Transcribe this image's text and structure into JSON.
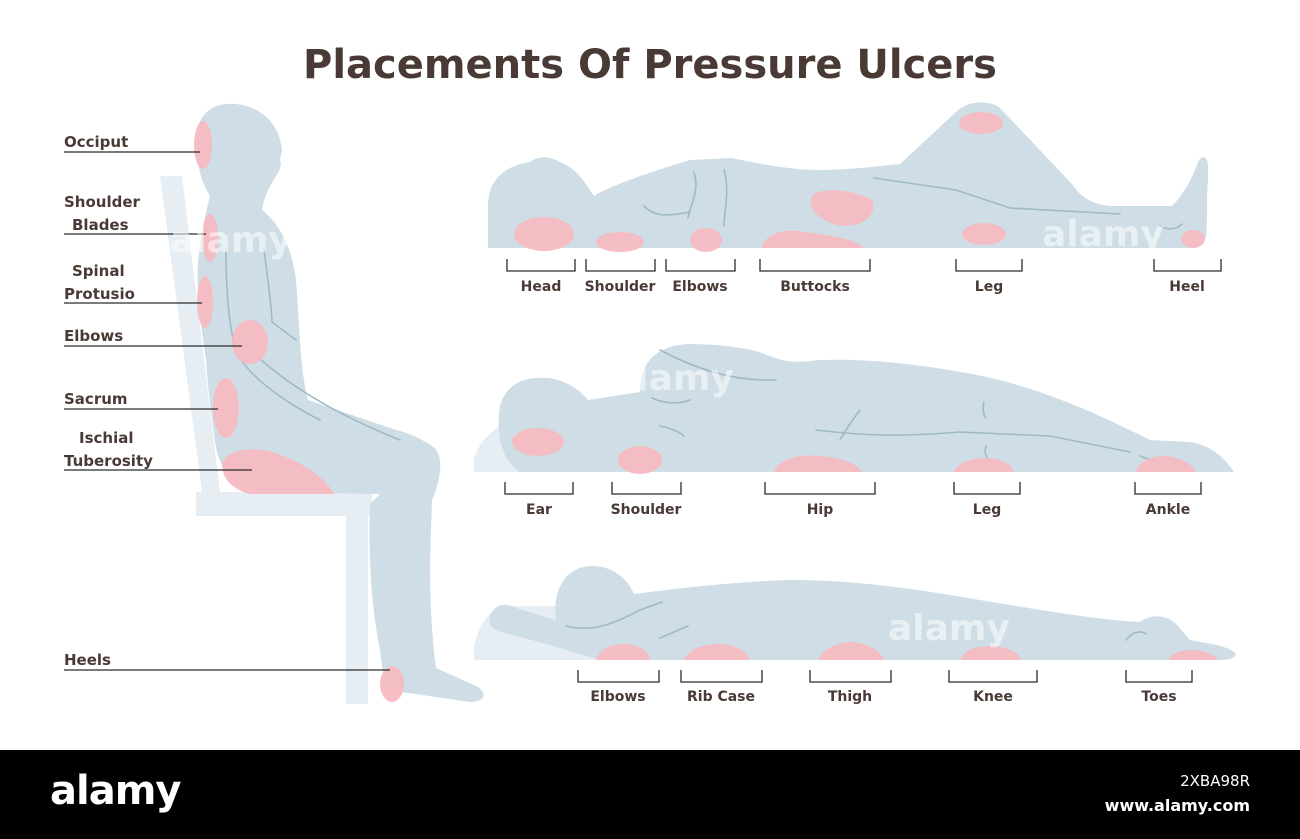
{
  "title": "Placements Of Pressure Ulcers",
  "colors": {
    "body": "#cfdee6",
    "hotspot": "#f7b9c0",
    "text": "#4a3a35",
    "support": "#e6edf3"
  },
  "sitting": {
    "labels": [
      {
        "lines": [
          "Occiput"
        ]
      },
      {
        "lines": [
          "Shoulder",
          "Blades"
        ]
      },
      {
        "lines": [
          "Spinal",
          "Protusio"
        ]
      },
      {
        "lines": [
          "Elbows"
        ]
      },
      {
        "lines": [
          "Sacrum"
        ]
      },
      {
        "lines": [
          "Ischial",
          "Tuberosity"
        ]
      },
      {
        "lines": [
          "Heels"
        ]
      }
    ]
  },
  "supine": {
    "labels": [
      "Head",
      "Shoulder",
      "Elbows",
      "Buttocks",
      "Leg",
      "Heel"
    ]
  },
  "lateral": {
    "labels": [
      "Ear",
      "Shoulder",
      "Hip",
      "Leg",
      "Ankle"
    ]
  },
  "prone": {
    "labels": [
      "Elbows",
      "Rib Case",
      "Thigh",
      "Knee",
      "Toes"
    ]
  },
  "watermark": "alamy",
  "footer": {
    "brand": "alamy",
    "image_id": "2XBA98R",
    "site": "www.alamy.com"
  }
}
